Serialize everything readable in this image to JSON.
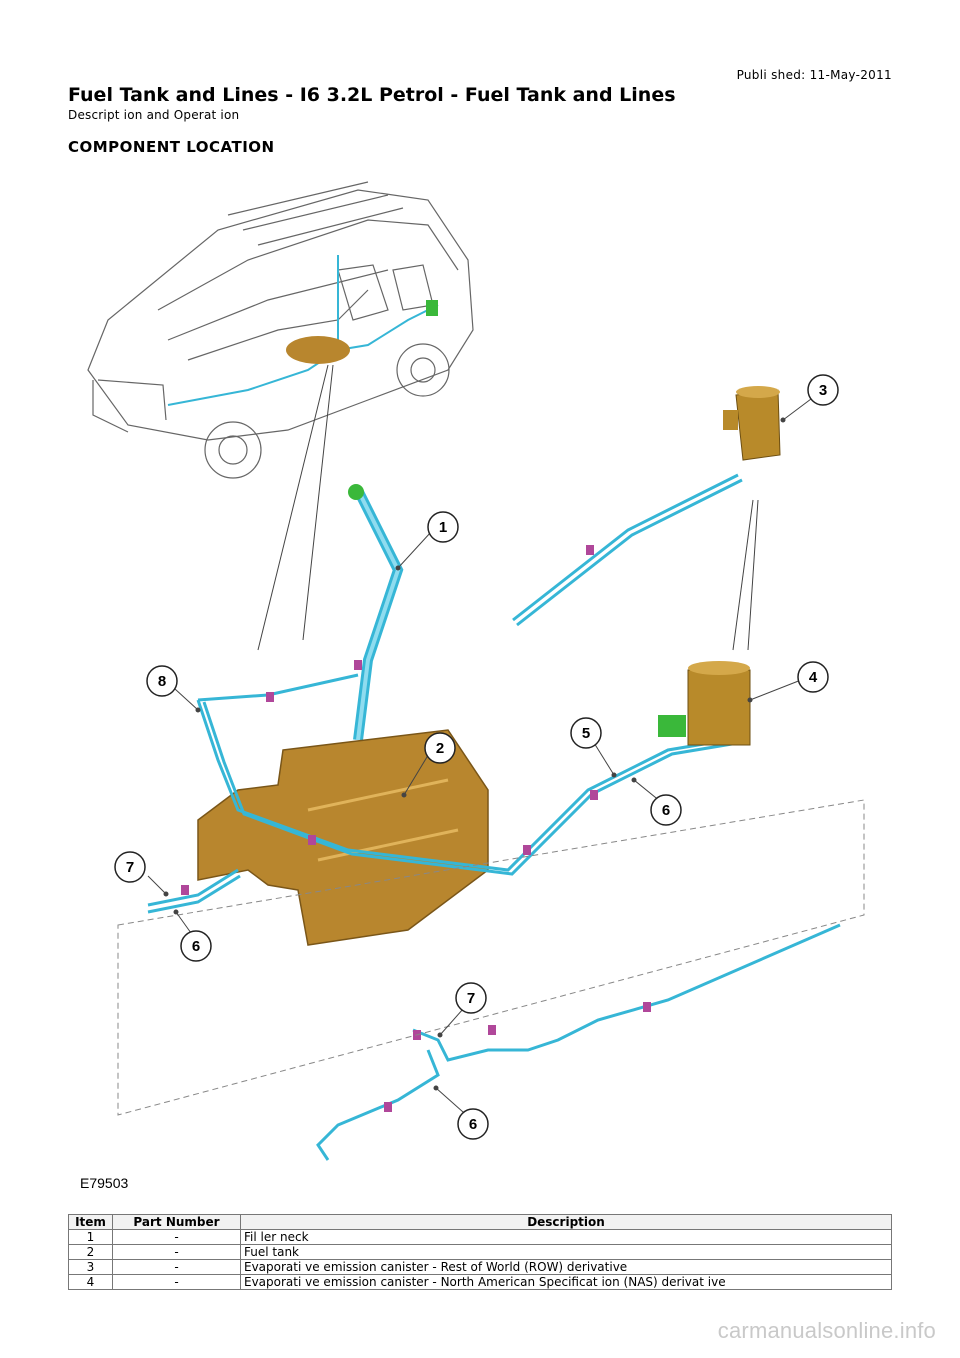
{
  "header": {
    "published": "Publi shed: 11-May-2011",
    "title": "Fuel Tank and Lines - I6 3.2L Petrol - Fuel Tank and Lines",
    "subtitle": "Descript ion and Operat ion"
  },
  "section_title": "COMPONENT LOCATION",
  "figure": {
    "id": "E79503",
    "callouts": [
      "1",
      "2",
      "3",
      "4",
      "5",
      "6",
      "6",
      "6",
      "7",
      "7",
      "8"
    ],
    "colors": {
      "tank": "#b8862e",
      "lines": "#36b6d6",
      "clips": "#b0479a",
      "canister": "#b88a2a",
      "green": "#3ab83a"
    }
  },
  "table": {
    "headers": [
      "Item",
      "Part Number",
      "Description"
    ],
    "rows": [
      [
        "1",
        "-",
        "Fil ler neck"
      ],
      [
        "2",
        "-",
        "Fuel tank"
      ],
      [
        "3",
        "-",
        "Evaporati ve emission canister - Rest of World (ROW) derivative"
      ],
      [
        "4",
        "-",
        "Evaporati ve emission canister - North American Specificat ion (NAS) derivat ive"
      ]
    ]
  },
  "footer": "carmanualsonline.info"
}
